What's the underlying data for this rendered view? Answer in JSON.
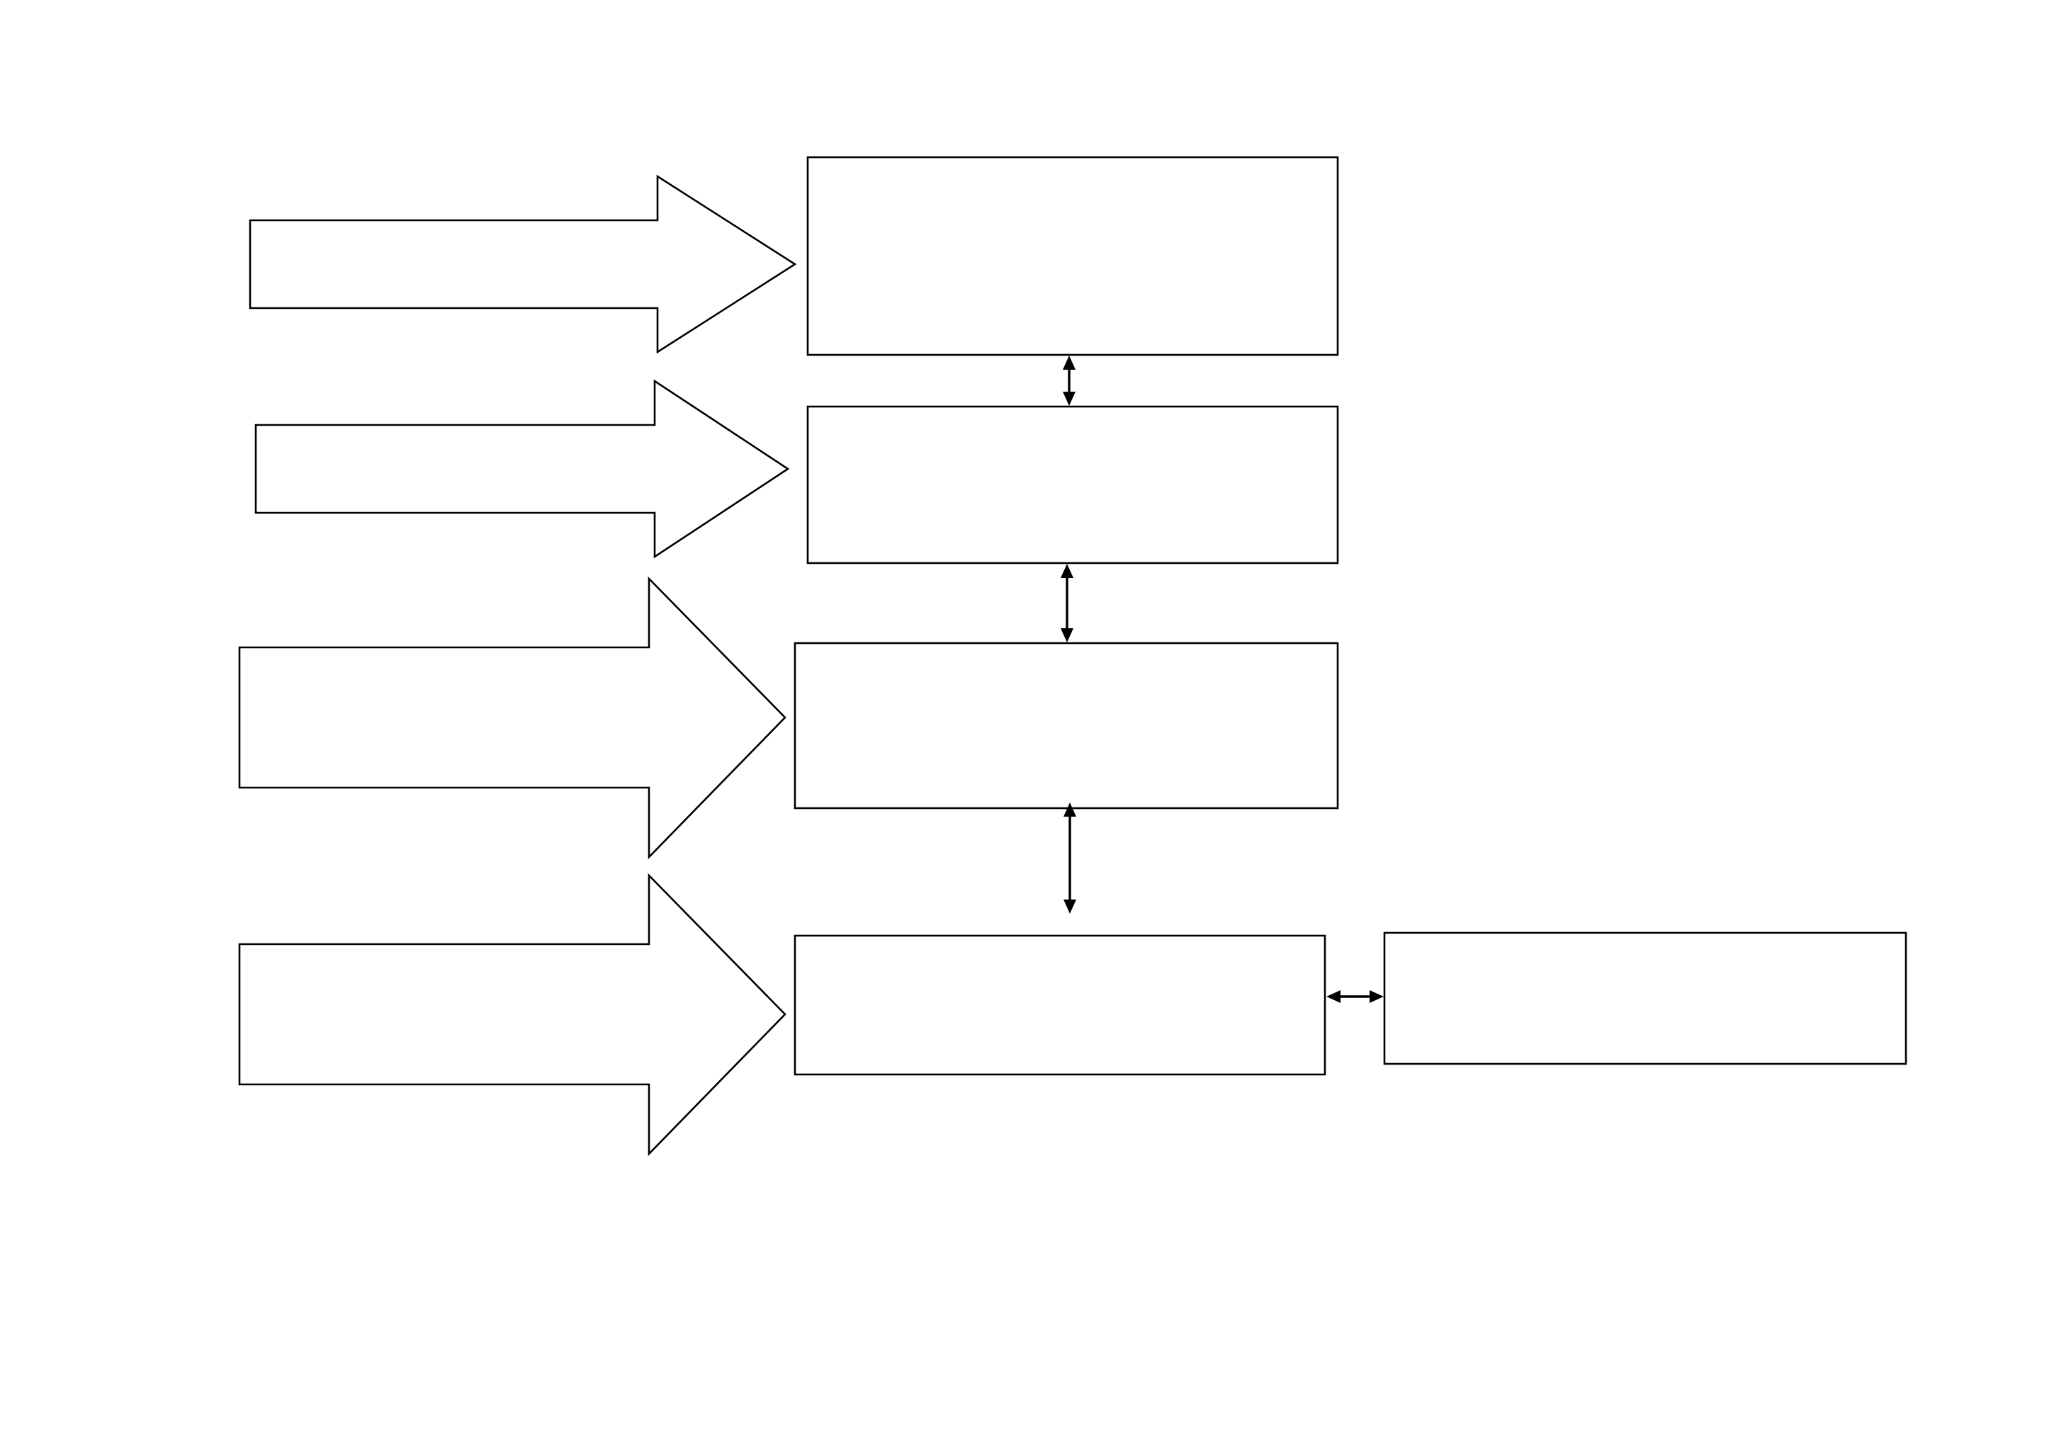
{
  "diagram": {
    "background_color": "#ffffff",
    "stroke_color": "#000000",
    "input_arrows": [
      {
        "id": "arrow-1",
        "label": ""
      },
      {
        "id": "arrow-2",
        "label": ""
      },
      {
        "id": "arrow-3",
        "label": ""
      },
      {
        "id": "arrow-4",
        "label": ""
      }
    ],
    "boxes": [
      {
        "id": "box-1",
        "label": ""
      },
      {
        "id": "box-2",
        "label": ""
      },
      {
        "id": "box-3",
        "label": ""
      },
      {
        "id": "box-4",
        "label": ""
      },
      {
        "id": "box-5",
        "label": ""
      }
    ],
    "connectors": [
      {
        "from": "box-1",
        "to": "box-2",
        "direction": "bidirectional"
      },
      {
        "from": "box-2",
        "to": "box-3",
        "direction": "bidirectional"
      },
      {
        "from": "box-3",
        "to": "box-4",
        "direction": "bidirectional"
      },
      {
        "from": "box-4",
        "to": "box-5",
        "direction": "bidirectional"
      }
    ]
  }
}
